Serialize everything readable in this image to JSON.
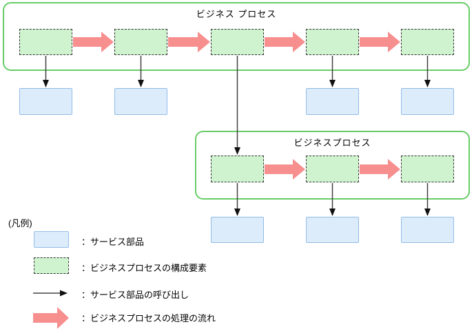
{
  "colors": {
    "container-border": "#66cc66",
    "process-box-fill": "#cff2cf",
    "process-box-border": "#333333",
    "service-box-fill": "#ddecfb",
    "service-box-border": "#90bce8",
    "flow-arrow": "#f78f8f",
    "call-arrow": "#404040"
  },
  "diagram": {
    "process_group_top": {
      "title": "ビジネス プロセス"
    },
    "process_group_sub": {
      "title": "ビジネスプロセス"
    }
  },
  "legend": {
    "title": "(凡例)",
    "items": [
      {
        "symbol": "service-part-box",
        "label": "：サービス部品"
      },
      {
        "symbol": "process-element-box",
        "label": "：ビジネスプロセスの構成要素"
      },
      {
        "symbol": "call-arrow",
        "label": "：サービス部品の呼び出し"
      },
      {
        "symbol": "flow-arrow",
        "label": "：ビジネスプロセスの処理の流れ"
      }
    ]
  }
}
